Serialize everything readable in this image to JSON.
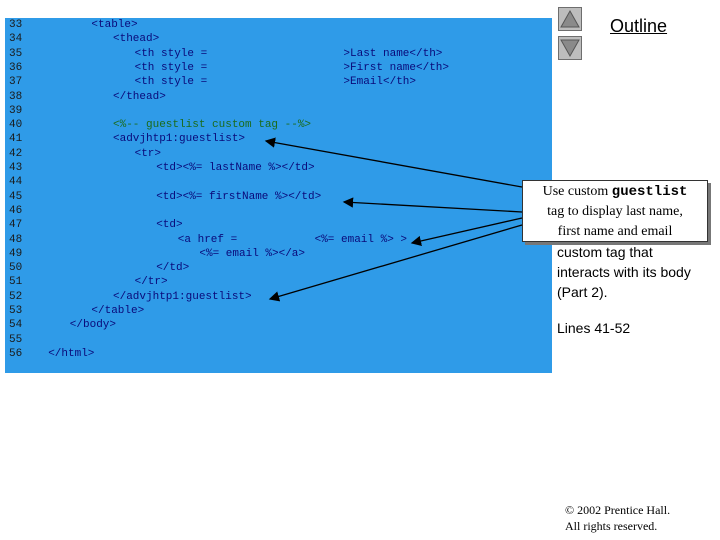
{
  "nav": {
    "up_label": "Previous slide",
    "down_label": "Next slide",
    "outline_label": "Outline"
  },
  "code": {
    "lines": [
      {
        "num": "33",
        "segments": [
          {
            "t": "<table>",
            "c": "tag",
            "col": 12
          }
        ]
      },
      {
        "num": "34",
        "segments": [
          {
            "t": "<thead>",
            "c": "tag",
            "col": 15
          }
        ]
      },
      {
        "num": "35",
        "segments": [
          {
            "t": "<th style =",
            "c": "tag",
            "col": 18
          },
          {
            "t": ">Last name</th>",
            "c": "tag",
            "col": 47
          }
        ]
      },
      {
        "num": "36",
        "segments": [
          {
            "t": "<th style =",
            "c": "tag",
            "col": 18
          },
          {
            "t": ">First name</th>",
            "c": "tag",
            "col": 47
          }
        ]
      },
      {
        "num": "37",
        "segments": [
          {
            "t": "<th style =",
            "c": "tag",
            "col": 18
          },
          {
            "t": ">Email</th>",
            "c": "tag",
            "col": 47
          }
        ]
      },
      {
        "num": "38",
        "segments": [
          {
            "t": "</thead>",
            "c": "tag",
            "col": 15
          }
        ]
      },
      {
        "num": "39",
        "segments": []
      },
      {
        "num": "40",
        "segments": [
          {
            "t": "<%-- guestlist custom tag --%>",
            "c": "cmt",
            "col": 15
          }
        ]
      },
      {
        "num": "41",
        "segments": [
          {
            "t": "<advjhtp1:guestlist>",
            "c": "tag",
            "col": 15
          }
        ]
      },
      {
        "num": "42",
        "segments": [
          {
            "t": "<tr>",
            "c": "tag",
            "col": 18
          }
        ]
      },
      {
        "num": "43",
        "segments": [
          {
            "t": "<td><%= lastName %></td>",
            "c": "tag",
            "col": 21
          }
        ]
      },
      {
        "num": "44",
        "segments": []
      },
      {
        "num": "45",
        "segments": [
          {
            "t": "<td><%= firstName %></td>",
            "c": "tag",
            "col": 21
          }
        ]
      },
      {
        "num": "46",
        "segments": []
      },
      {
        "num": "47",
        "segments": [
          {
            "t": "<td>",
            "c": "tag",
            "col": 21
          }
        ]
      },
      {
        "num": "48",
        "segments": [
          {
            "t": "<a href =",
            "c": "tag",
            "col": 24
          },
          {
            "t": "<%= email %> >",
            "c": "tag",
            "col": 43
          }
        ]
      },
      {
        "num": "49",
        "segments": [
          {
            "t": "<%= email %></a>",
            "c": "tag",
            "col": 27
          }
        ]
      },
      {
        "num": "50",
        "segments": [
          {
            "t": "</td>",
            "c": "tag",
            "col": 21
          }
        ]
      },
      {
        "num": "51",
        "segments": [
          {
            "t": "</tr>",
            "c": "tag",
            "col": 18
          }
        ]
      },
      {
        "num": "52",
        "segments": [
          {
            "t": "</advjhtp1:guestlist>",
            "c": "tag",
            "col": 15
          }
        ]
      },
      {
        "num": "53",
        "segments": [
          {
            "t": "</table>",
            "c": "tag",
            "col": 12
          }
        ]
      },
      {
        "num": "54",
        "segments": [
          {
            "t": "</body>",
            "c": "tag",
            "col": 9
          }
        ]
      },
      {
        "num": "55",
        "segments": []
      },
      {
        "num": "56",
        "segments": [
          {
            "t": "</html>",
            "c": "tag",
            "col": 6
          }
        ]
      }
    ]
  },
  "callout": {
    "prefix": "Use custom ",
    "keyword": "guestlist",
    "line2": "tag to display last name,",
    "line3": "first name and email"
  },
  "description": {
    "lines": [
      "custom tag that",
      "interacts with its body",
      "(Part 2)."
    ]
  },
  "lines_ref": "Lines 41-52",
  "copyright": {
    "line1": "© 2002 Prentice Hall.",
    "line2": "All rights reserved."
  },
  "colors": {
    "code_background": "#2f9be8",
    "tag_text": "#0a0a7a",
    "comment_text": "#1b6b1b"
  }
}
